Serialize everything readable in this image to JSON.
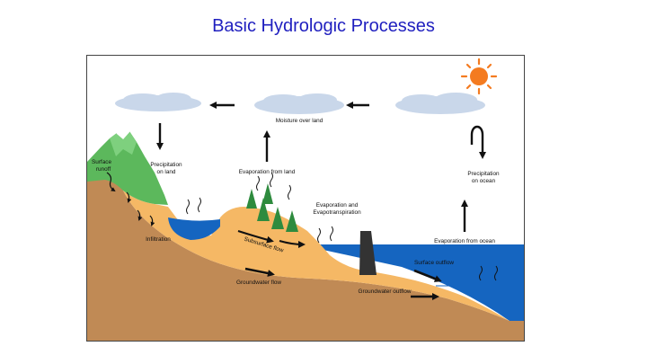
{
  "slide": {
    "title": "Basic Hydrologic Processes"
  },
  "diagram": {
    "labels": {
      "moisture_over_land": "Moisture over land",
      "precipitation_on_land_1": "Precipitation",
      "precipitation_on_land_2": "on land",
      "surface_runoff_1": "Surface",
      "surface_runoff_2": "runoff",
      "evaporation_from_land": "Evaporation from land",
      "precipitation_on_ocean_1": "Precipitation",
      "precipitation_on_ocean_2": "on ocean",
      "evapotranspiration_1": "Evaporation and",
      "evapotranspiration_2": "Evapotranspiration",
      "infiltration": "Infiltration",
      "subsurface_flow": "Subsurface flow",
      "evaporation_from_ocean": "Evaporation from ocean",
      "surface_outflow": "Surface outflow",
      "groundwater_flow": "Groundwater flow",
      "groundwater_outflow": "Groundwater outflow"
    },
    "colors": {
      "sky": "#ffffff",
      "cloud": "#c9d7ea",
      "sun": "#f47b20",
      "mountain_green": "#5cb85c",
      "ground_sand": "#f5b865",
      "ground_brown": "#c08a55",
      "water": "#1565c0",
      "text": "#111111",
      "title": "#1f1fbf"
    }
  }
}
